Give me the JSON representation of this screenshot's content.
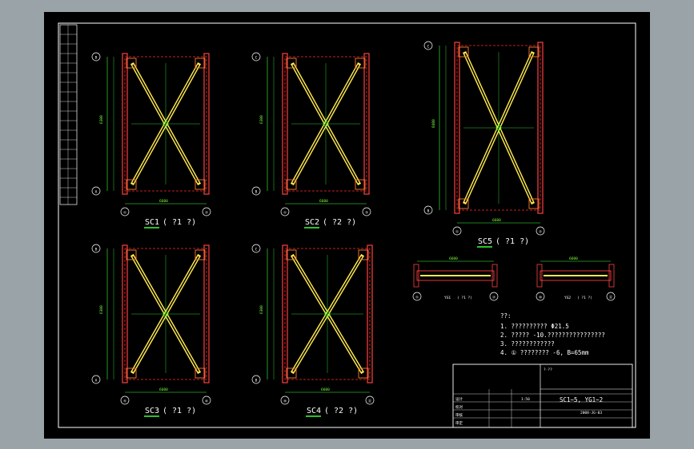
{
  "colors": {
    "background": "#9aa3a8",
    "canvas": "#000000",
    "frame": "#ffffff",
    "dimension": "#3cff3c",
    "grid_line": "#ff2a2a",
    "brace": "#ffe94a",
    "axis_bubble": "#ffffff"
  },
  "elevations": [
    {
      "id": "sc1",
      "title": "SC1",
      "suffix": "( ?1 ?)",
      "axis_left": "①",
      "axis_right": "②",
      "row_bottom": "A",
      "row_top": "B",
      "width_dim": "6600",
      "height_dim": "6300"
    },
    {
      "id": "sc2",
      "title": "SC2",
      "suffix": "( ?2 ?)",
      "axis_left": "①",
      "axis_right": "③",
      "row_bottom": "B",
      "row_top": "C",
      "width_dim": "6600",
      "height_dim": "6300"
    },
    {
      "id": "sc5",
      "title": "SC5",
      "suffix": "( ?1 ?)",
      "axis_left": "①",
      "axis_right": "②",
      "row_bottom": "B",
      "row_top": "C",
      "width_dim": "6600",
      "height_dim": "8400"
    },
    {
      "id": "sc3",
      "title": "SC3",
      "suffix": "( ?1 ?)",
      "axis_left": "⑤",
      "axis_right": "⑥",
      "row_bottom": "A",
      "row_top": "B",
      "width_dim": "6600",
      "height_dim": "6300"
    },
    {
      "id": "sc4",
      "title": "SC4",
      "suffix": "( ?2 ?)",
      "axis_left": "⑩",
      "axis_right": "⑪",
      "row_bottom": "B",
      "row_top": "C",
      "width_dim": "6600",
      "height_dim": "6300"
    }
  ],
  "beams": [
    {
      "id": "yg1",
      "title": "YG1",
      "suffix": "( ?1 ?)",
      "axis_left": "①",
      "axis_right": "②",
      "span": "6600"
    },
    {
      "id": "yg2",
      "title": "YG2",
      "suffix": "( ?1 ?)",
      "axis_left": "⑩",
      "axis_right": "⑪",
      "span": "6600"
    }
  ],
  "notes": {
    "heading": "??:",
    "lines": [
      "1. ?????????? Φ21.5",
      "2. ????? -10.????????????????",
      "3. ????????????",
      "4. ① ???????? -6, B=65mm"
    ]
  },
  "title_block": {
    "project_label": "?·??",
    "drawing_name": "SC1~5, YG1~2",
    "rows_left": [
      "设计",
      "校对",
      "审核",
      "审定"
    ],
    "scale": "1:50",
    "drawing_no": "2008-JG-03"
  }
}
